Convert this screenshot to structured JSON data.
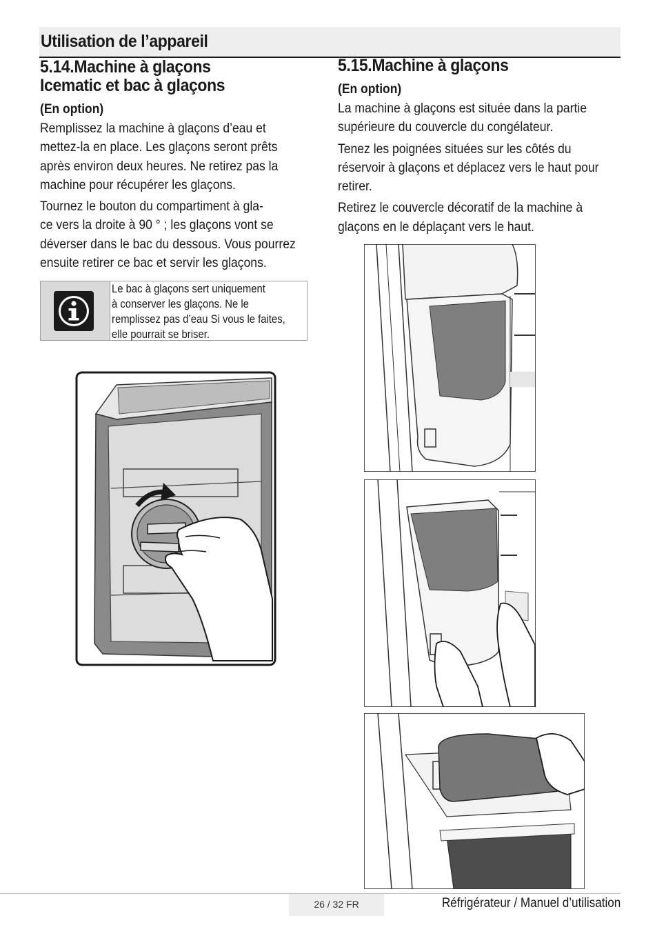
{
  "header": {
    "title": "Utilisation de l’appareil"
  },
  "section_left": {
    "title_lines": [
      "5.14.Machine à glaçons",
      "Icematic et bac à glaçons"
    ],
    "option": "(En option)",
    "para1": [
      "Remplissez la machine à glaçons d’eau et",
      "mettez-la en place. Les glaçons seront prêts",
      "après environ deux heures. Ne retirez pas la",
      "machine pour récupérer les glaçons."
    ],
    "para2": [
      "Tournez le bouton du compartiment à gla-",
      "ce vers la droite à 90 ° ; les glaçons vont se",
      "déverser dans le bac du dessous. Vous pourrez",
      "ensuite retirer ce bac et servir les glaçons."
    ]
  },
  "note": {
    "icon": "info-icon",
    "lines": [
      "Le bac à glaçons sert uniquement",
      "à conserver les glaçons. Ne le",
      "remplissez pas d’eau Si vous le faites,",
      "elle pourrait se briser."
    ]
  },
  "section_right": {
    "title": "5.15.Machine à glaçons",
    "option": "(En option)",
    "para1": [
      "La machine à glaçons est située dans la partie",
      "supérieure du couvercle du congélateur."
    ],
    "para2": [
      "Tenez les poignées situées sur les côtés du",
      "réservoir à glaçons et déplacez vers le haut pour",
      "retirer."
    ],
    "para3": [
      "Retirez le couvercle décoratif de la machine à",
      "glaçons en le déplaçant vers le haut."
    ]
  },
  "footer": {
    "page": "26 / 32  FR",
    "manual": "Réfrigérateur / Manuel d’utilisation"
  },
  "colors": {
    "header_band": "#eeeeee",
    "note_icon_bg": "#d9d9d9",
    "illustration_gray": "#808080"
  }
}
